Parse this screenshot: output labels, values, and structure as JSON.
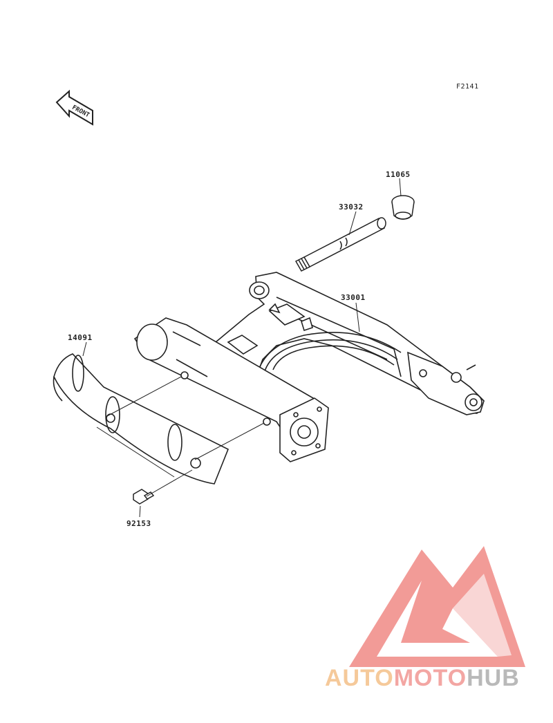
{
  "figure_code": "F2141",
  "front_arrow_text": "FRONT",
  "parts": {
    "bushing": "11065",
    "pivot_shaft": "33032",
    "swingarm": "33001",
    "cover": "14091",
    "bolt": "92153"
  },
  "watermark": {
    "part1": "AUTO",
    "part2": "MOTO",
    "part3": "HUB",
    "colors": {
      "auto": "#f5c99a",
      "moto": "#f3a6a3",
      "hub": "#b9b9b9",
      "logo": "#f08a86"
    }
  }
}
